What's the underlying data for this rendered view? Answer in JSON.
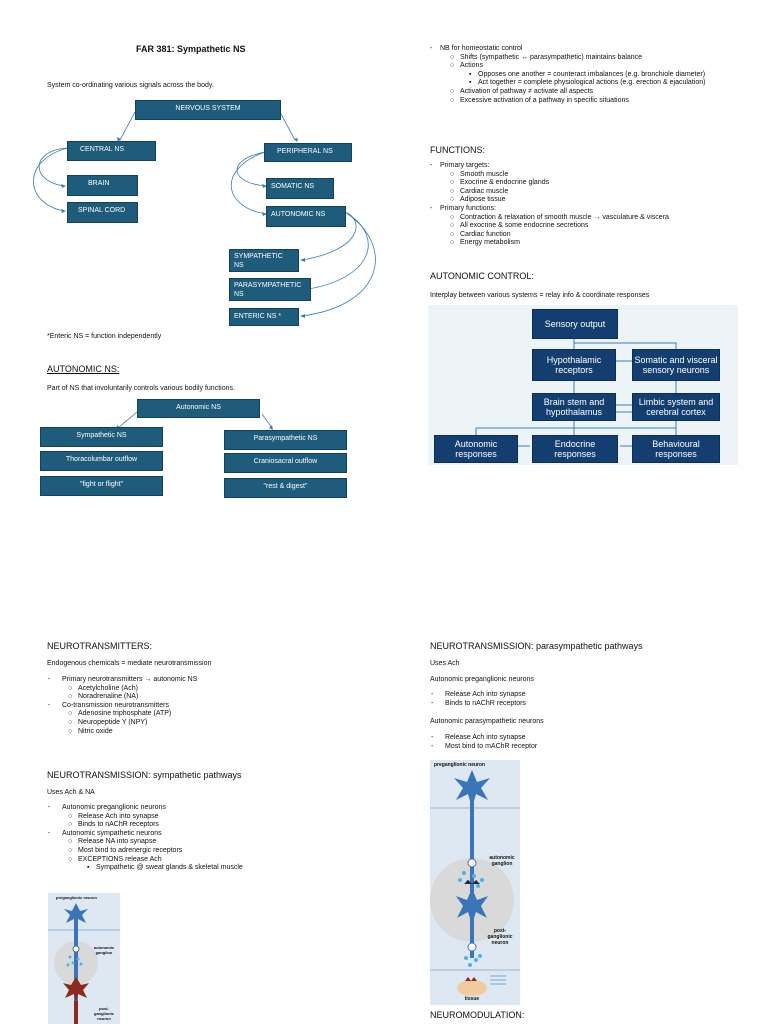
{
  "page1": {
    "title": "FAR 381: Sympathetic NS",
    "intro": "System co-ordinating various signals across the body.",
    "ns_boxes": {
      "nervous_system": "NERVOUS SYSTEM",
      "central": "CENTRAL NS",
      "peripheral": "PERIPHERAL NS",
      "brain": "BRAIN",
      "spinal_cord": "SPINAL CORD",
      "somatic": "SOMATIC NS",
      "autonomic": "AUTONOMIC NS",
      "sympathetic": "SYMPATHETIC NS",
      "parasympathetic": "PARASYMPATHETIC NS",
      "enteric": "ENTERIC NS *"
    },
    "enteric_note": "*Enteric NS = function independently",
    "autonomic_heading": "AUTONOMIC NS:",
    "autonomic_desc": "Part of NS that involuntarily controls various bodily functions.",
    "ans_boxes": {
      "top": "Autonomic NS",
      "symp": "Sympathetic NS",
      "thoraco": "Thoracolumbar outflow",
      "fight": "\"fight or flight\"",
      "para": "Parasympathetic NS",
      "cranio": "Craniosacral outflow",
      "rest": "\"rest & digest\""
    },
    "nb_list": {
      "item1": "NB for homeostatic control",
      "shifts": "Shifts (sympathetic ↔ parasympathetic) maintains balance",
      "actions": "Actions",
      "oppose": "Opposes one another = counteract imbalances (e.g. bronchiole diameter)",
      "together": "Act together = complete physiological actions (e.g. erection & ejaculation)",
      "activation": "Activation of pathway ≠ activate all aspects",
      "excessive": "Excessive activation of a pathway in specific situations"
    },
    "functions": {
      "heading": "FUNCTIONS:",
      "primary_targets": "Primary targets:",
      "targets": [
        "Smooth muscle",
        "Exocrine & endocrine glands",
        "Cardiac muscle",
        "Adipose tissue"
      ],
      "primary_functions": "Primary functions:",
      "funcs": [
        "Contraction & relaxation of smooth muscle → vasculature & viscera",
        "All exocrine & some endocrine secretions",
        "Cardiac function",
        "Energy metabolism"
      ]
    },
    "autonomic_control": {
      "heading": "AUTONOMIC CONTROL:",
      "desc": "Interplay between various systems = relay info & coordinate responses",
      "sensory": "Sensory output",
      "hypothalamic": "Hypothalamic receptors",
      "somatic_visceral": "Somatic and visceral sensory neurons",
      "brainstem": "Brain stem and hypothalamus",
      "limbic": "Limbic system and cerebral cortex",
      "autonomic_resp": "Autonomic responses",
      "endocrine_resp": "Endocrine responses",
      "behavioural_resp": "Behavioural responses"
    }
  },
  "page2": {
    "nt_heading": "NEUROTRANSMITTERS:",
    "nt_desc": "Endogenous chemicals = mediate neurotransmission",
    "primary_nt": "Primary neurotransmitters → autonomic NS",
    "primary_list": [
      "Acetylcholine (Ach)",
      "Noradrenaline (NA)"
    ],
    "co_nt": "Co-transmission neurotransmitters",
    "co_list": [
      "Adenosine triphosphate (ATP)",
      "Neuropeptide Y (NPY)",
      "Nitric oxide"
    ],
    "symp_heading": "NEUROTRANSMISSION: sympathetic pathways",
    "symp_uses": "Uses Ach & NA",
    "symp_pre": "Autonomic preganglionic neurons",
    "symp_pre_list": [
      "Release Ach into synapse",
      "Binds to nAChR receptors"
    ],
    "symp_symp": "Autonomic sympathetic neurons",
    "symp_symp_list": [
      "Release NA into synapse",
      "Most bind to adrenergic receptors",
      "EXCEPTIONS release Ach"
    ],
    "symp_exception": "Sympathetic @ sweat glands & skeletal muscle",
    "para_heading": "NEUROTRANSMISSION: parasympathetic pathways",
    "para_uses": "Uses Ach",
    "para_pre": "Autonomic preganglionic neurons",
    "para_pre_list": [
      "Release Ach into synapse",
      "Binds to nAChR receptors"
    ],
    "para_para": "Autonomic parasympathetic neurons",
    "para_para_list": [
      "Release Ach into synapse",
      "Most bind to mAChR receptor"
    ],
    "neuromod_heading": "NEUROMODULATION:",
    "fig_left": {
      "pre": "preganglionic neuron",
      "ganglion": "autonomic ganglion",
      "post": "post-ganglionic neuron"
    },
    "fig_right": {
      "pre": "preganglionic neuron",
      "ganglion": "autonomic ganglion",
      "post": "post-ganglionic neuron",
      "tissue": "tissue"
    }
  },
  "colors": {
    "box": "#1f5b7a",
    "navy": "#133e6f",
    "arrow": "#3a7fae"
  }
}
